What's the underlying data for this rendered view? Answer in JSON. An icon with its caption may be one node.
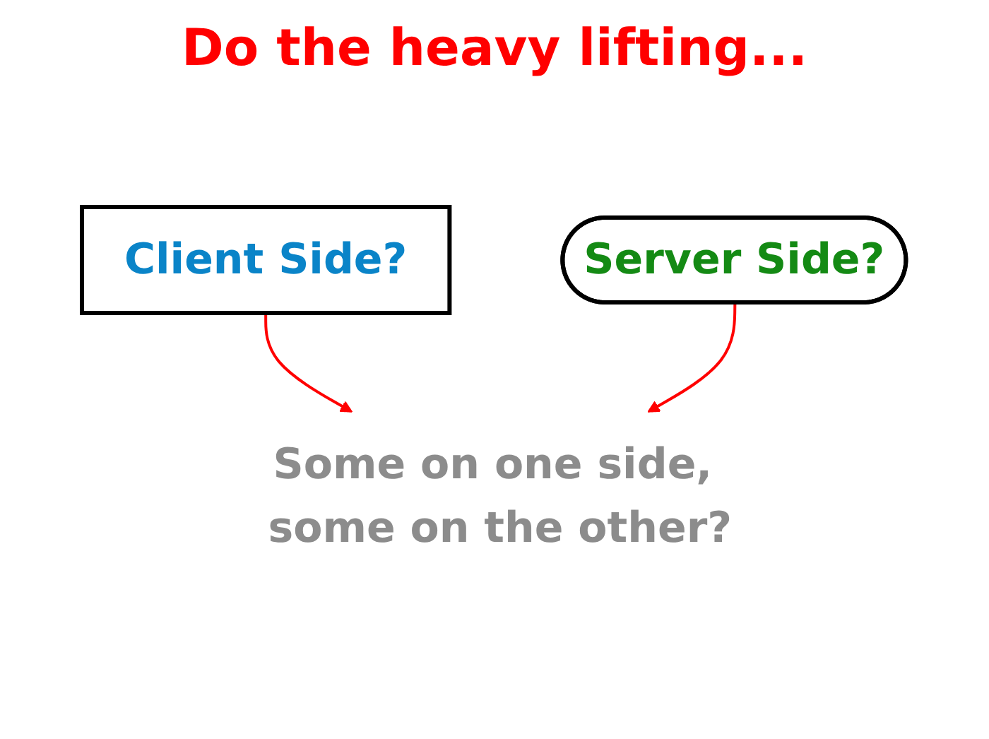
{
  "diagram": {
    "title": "Do the heavy lifting...",
    "nodes": [
      {
        "text": [
          "Client Side?"
        ]
      },
      {
        "text": [
          "Server Side?"
        ]
      },
      {
        "text": [
          "Some on one side, some on the other?"
        ]
      }
    ],
    "edges": [
      {
        "from": 0,
        "to": 2,
        "arrow": "to"
      },
      {
        "from": 1,
        "to": 2,
        "arrow": "to"
      }
    ]
  }
}
